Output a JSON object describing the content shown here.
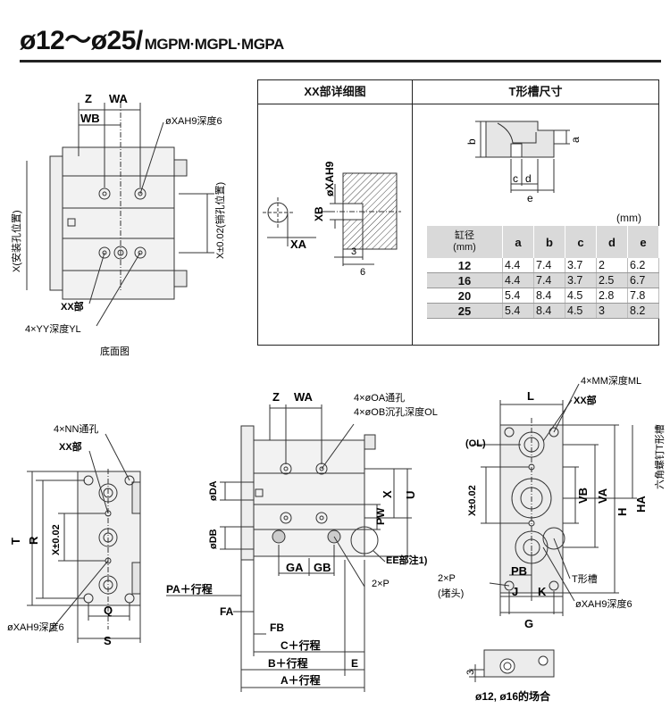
{
  "title": {
    "main": "ø12～ø25/",
    "series": "MGPM·MGPL·MGPA"
  },
  "bottom_view": {
    "caption": "底面图",
    "labels": {
      "z": "Z",
      "wa": "WA",
      "wb": "WB",
      "xa_depth": "øXAH9深度6",
      "x_mount": "X(安装孔位置)",
      "x_pin": "X±0.02(销孔位置)",
      "xx": "XX部",
      "yy": "4×YY深度YL"
    }
  },
  "xx_detail": {
    "header": "XX部详细图",
    "labels": {
      "xa_h9": "øXAH9",
      "xb": "XB",
      "xa": "XA",
      "d3": "3",
      "d6": "6"
    }
  },
  "t_slot": {
    "header": "T形槽尺寸",
    "labels": {
      "a": "a",
      "b": "b",
      "c": "c",
      "d": "d",
      "e": "e"
    },
    "unit": "(mm)",
    "columns": [
      "缸径\n(mm)",
      "a",
      "b",
      "c",
      "d",
      "e"
    ],
    "rows": [
      [
        "12",
        "4.4",
        "7.4",
        "3.7",
        "2",
        "6.2"
      ],
      [
        "16",
        "4.4",
        "7.4",
        "3.7",
        "2.5",
        "6.7"
      ],
      [
        "20",
        "5.4",
        "8.4",
        "4.5",
        "2.8",
        "7.8"
      ],
      [
        "25",
        "5.4",
        "8.4",
        "4.5",
        "3",
        "8.2"
      ]
    ]
  },
  "front_view": {
    "labels": {
      "nn": "4×NN通孔",
      "xx": "XX部",
      "t": "T",
      "r": "R",
      "x": "X±0.02",
      "q": "Q",
      "s": "S",
      "xa_depth": "øXAH9深度6"
    }
  },
  "side_view": {
    "labels": {
      "z": "Z",
      "wa": "WA",
      "oa": "4×øOA通孔",
      "ob": "4×øOB沉孔深度OL",
      "da": "øDA",
      "db": "øDB",
      "x": "X",
      "u": "U",
      "pw": "PW",
      "ga": "GA",
      "gb": "GB",
      "ee": "EE部注1)",
      "p2": "2×P",
      "pa": "PA＋行程",
      "fa": "FA",
      "fb": "FB",
      "c": "C＋行程",
      "b": "B＋行程",
      "e": "E",
      "a": "A＋行程"
    }
  },
  "rear_view": {
    "labels": {
      "mm": "4×MM深度ML",
      "xx": "XX部",
      "l": "L",
      "ol": "(OL)",
      "x": "X±0.02",
      "vb": "VB",
      "va": "VA",
      "h": "H",
      "ha": "HA",
      "hex": "六角螺钉T形槽",
      "p2": "2×P",
      "plug": "(堵头)",
      "pb": "PB",
      "j": "J",
      "k": "K",
      "g": "G",
      "tslot": "T形槽",
      "xa_depth": "øXAH9深度6"
    }
  },
  "small_note": {
    "d3": "3",
    "caption": "ø12, ø16的场合"
  }
}
